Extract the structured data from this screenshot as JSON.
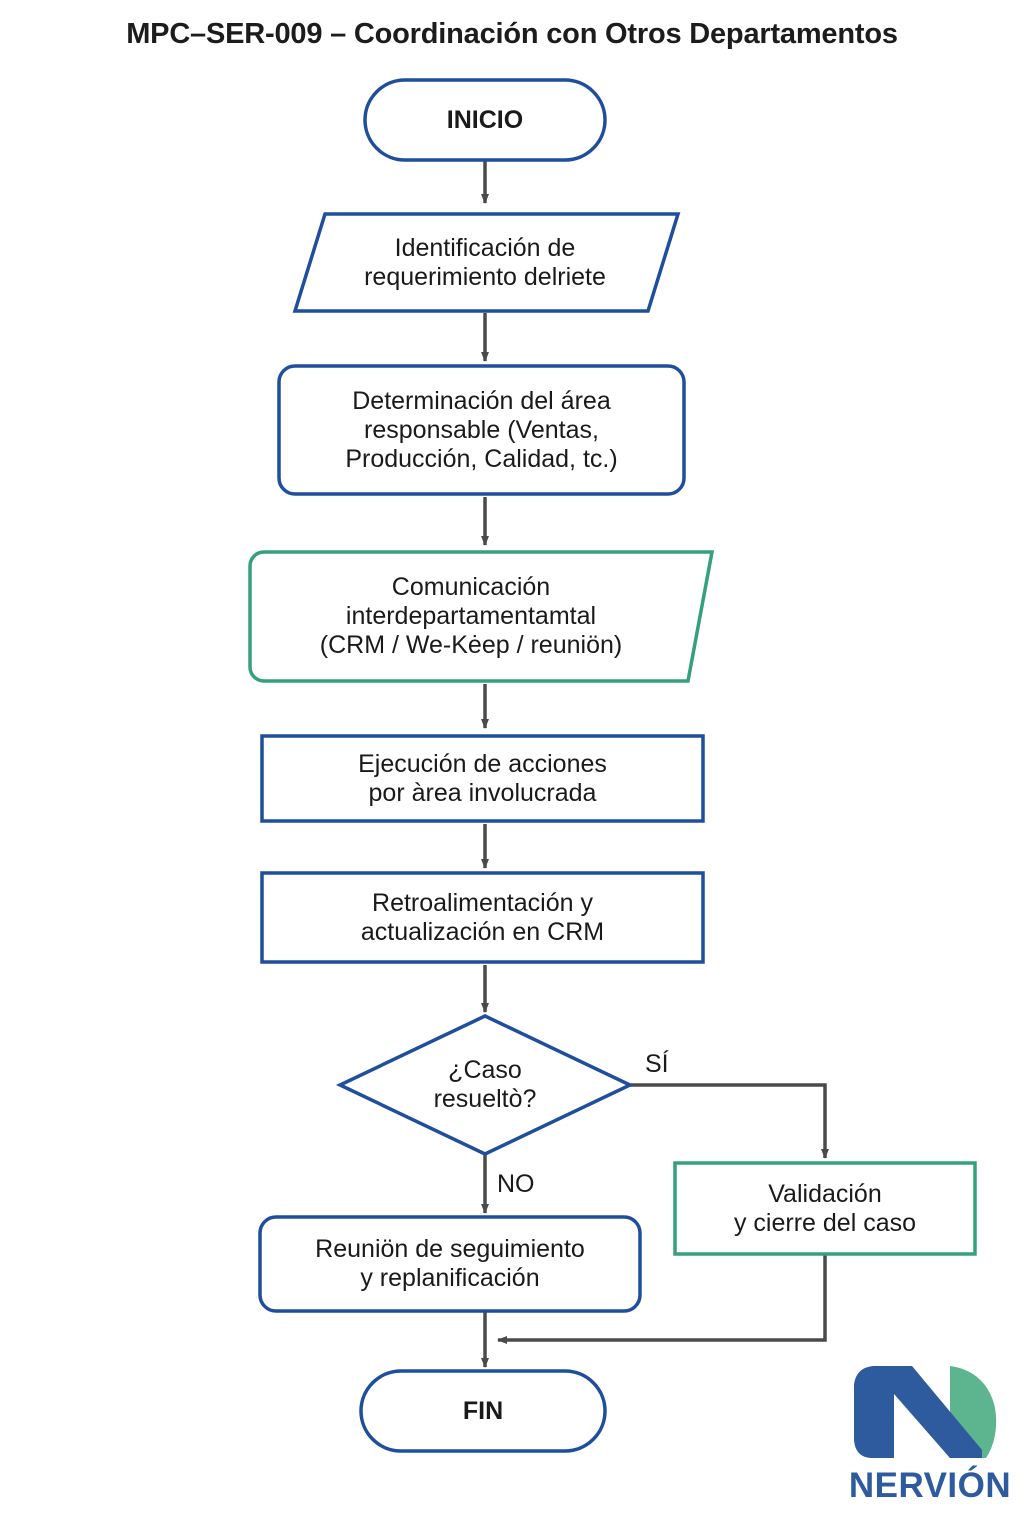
{
  "document": {
    "title": "MPC–SER-009 – Coordinación con Otros Departamentos"
  },
  "colors": {
    "blue_stroke": "#1f4e9c",
    "green_stroke": "#35a07c",
    "arrow_stroke": "#4a4a4a",
    "logo_blue": "#2d5b9e",
    "logo_green": "#5cb58e",
    "text": "#1a1a1a",
    "background": "#ffffff"
  },
  "flowchart": {
    "type": "flowchart",
    "orientation": "top-to-bottom",
    "nodes": [
      {
        "id": "inicio",
        "label": "INICIO",
        "shape": "stadium",
        "stroke": "blue",
        "bold": true
      },
      {
        "id": "identificacion",
        "label": "Identificación de\nrequerimiento delriete",
        "shape": "parallelogram",
        "stroke": "blue",
        "bold": false
      },
      {
        "id": "determinacion",
        "label": "Determinación del área\nresponsable (Ventas,\nProducción, Calidad, tc.)",
        "shape": "rounded-rect",
        "stroke": "blue",
        "bold": false
      },
      {
        "id": "comunicacion",
        "label": "Comunicación\ninterdepartamentamtal\n(CRM / We-Kėep / reuniön)",
        "shape": "trapezoid-right",
        "stroke": "green",
        "bold": false
      },
      {
        "id": "ejecucion",
        "label": "Ejecución de acciones\npor àrea involucrada",
        "shape": "rect",
        "stroke": "blue",
        "bold": false
      },
      {
        "id": "retroalimentacion",
        "label": "Retroalimentación y\nactualización en CRM",
        "shape": "rect",
        "stroke": "blue",
        "bold": false
      },
      {
        "id": "decision",
        "label": "¿Caso\nresueltò?",
        "shape": "diamond",
        "stroke": "blue",
        "bold": false
      },
      {
        "id": "validacion",
        "label": "Validación\ny cierre del caso",
        "shape": "rect",
        "stroke": "green",
        "bold": false
      },
      {
        "id": "reunion",
        "label": "Reuniön de seguimiento\ny replanificación",
        "shape": "rounded-rect",
        "stroke": "blue",
        "bold": false
      },
      {
        "id": "fin",
        "label": "FIN",
        "shape": "stadium",
        "stroke": "blue",
        "bold": true
      }
    ],
    "edges": [
      {
        "from": "inicio",
        "to": "identificacion",
        "label": ""
      },
      {
        "from": "identificacion",
        "to": "determinacion",
        "label": ""
      },
      {
        "from": "determinacion",
        "to": "comunicacion",
        "label": ""
      },
      {
        "from": "comunicacion",
        "to": "ejecucion",
        "label": ""
      },
      {
        "from": "ejecucion",
        "to": "retroalimentacion",
        "label": ""
      },
      {
        "from": "retroalimentacion",
        "to": "decision",
        "label": ""
      },
      {
        "from": "decision",
        "to": "validacion",
        "label": "SÍ"
      },
      {
        "from": "decision",
        "to": "reunion",
        "label": "NO"
      },
      {
        "from": "reunion",
        "to": "fin",
        "label": ""
      },
      {
        "from": "validacion",
        "to": "fin",
        "label": ""
      }
    ],
    "edge_labels": {
      "yes": "SÍ",
      "no": "NO"
    }
  },
  "logo": {
    "wordmark": "NERVIÓN",
    "mark": "n-leaf-mark"
  }
}
